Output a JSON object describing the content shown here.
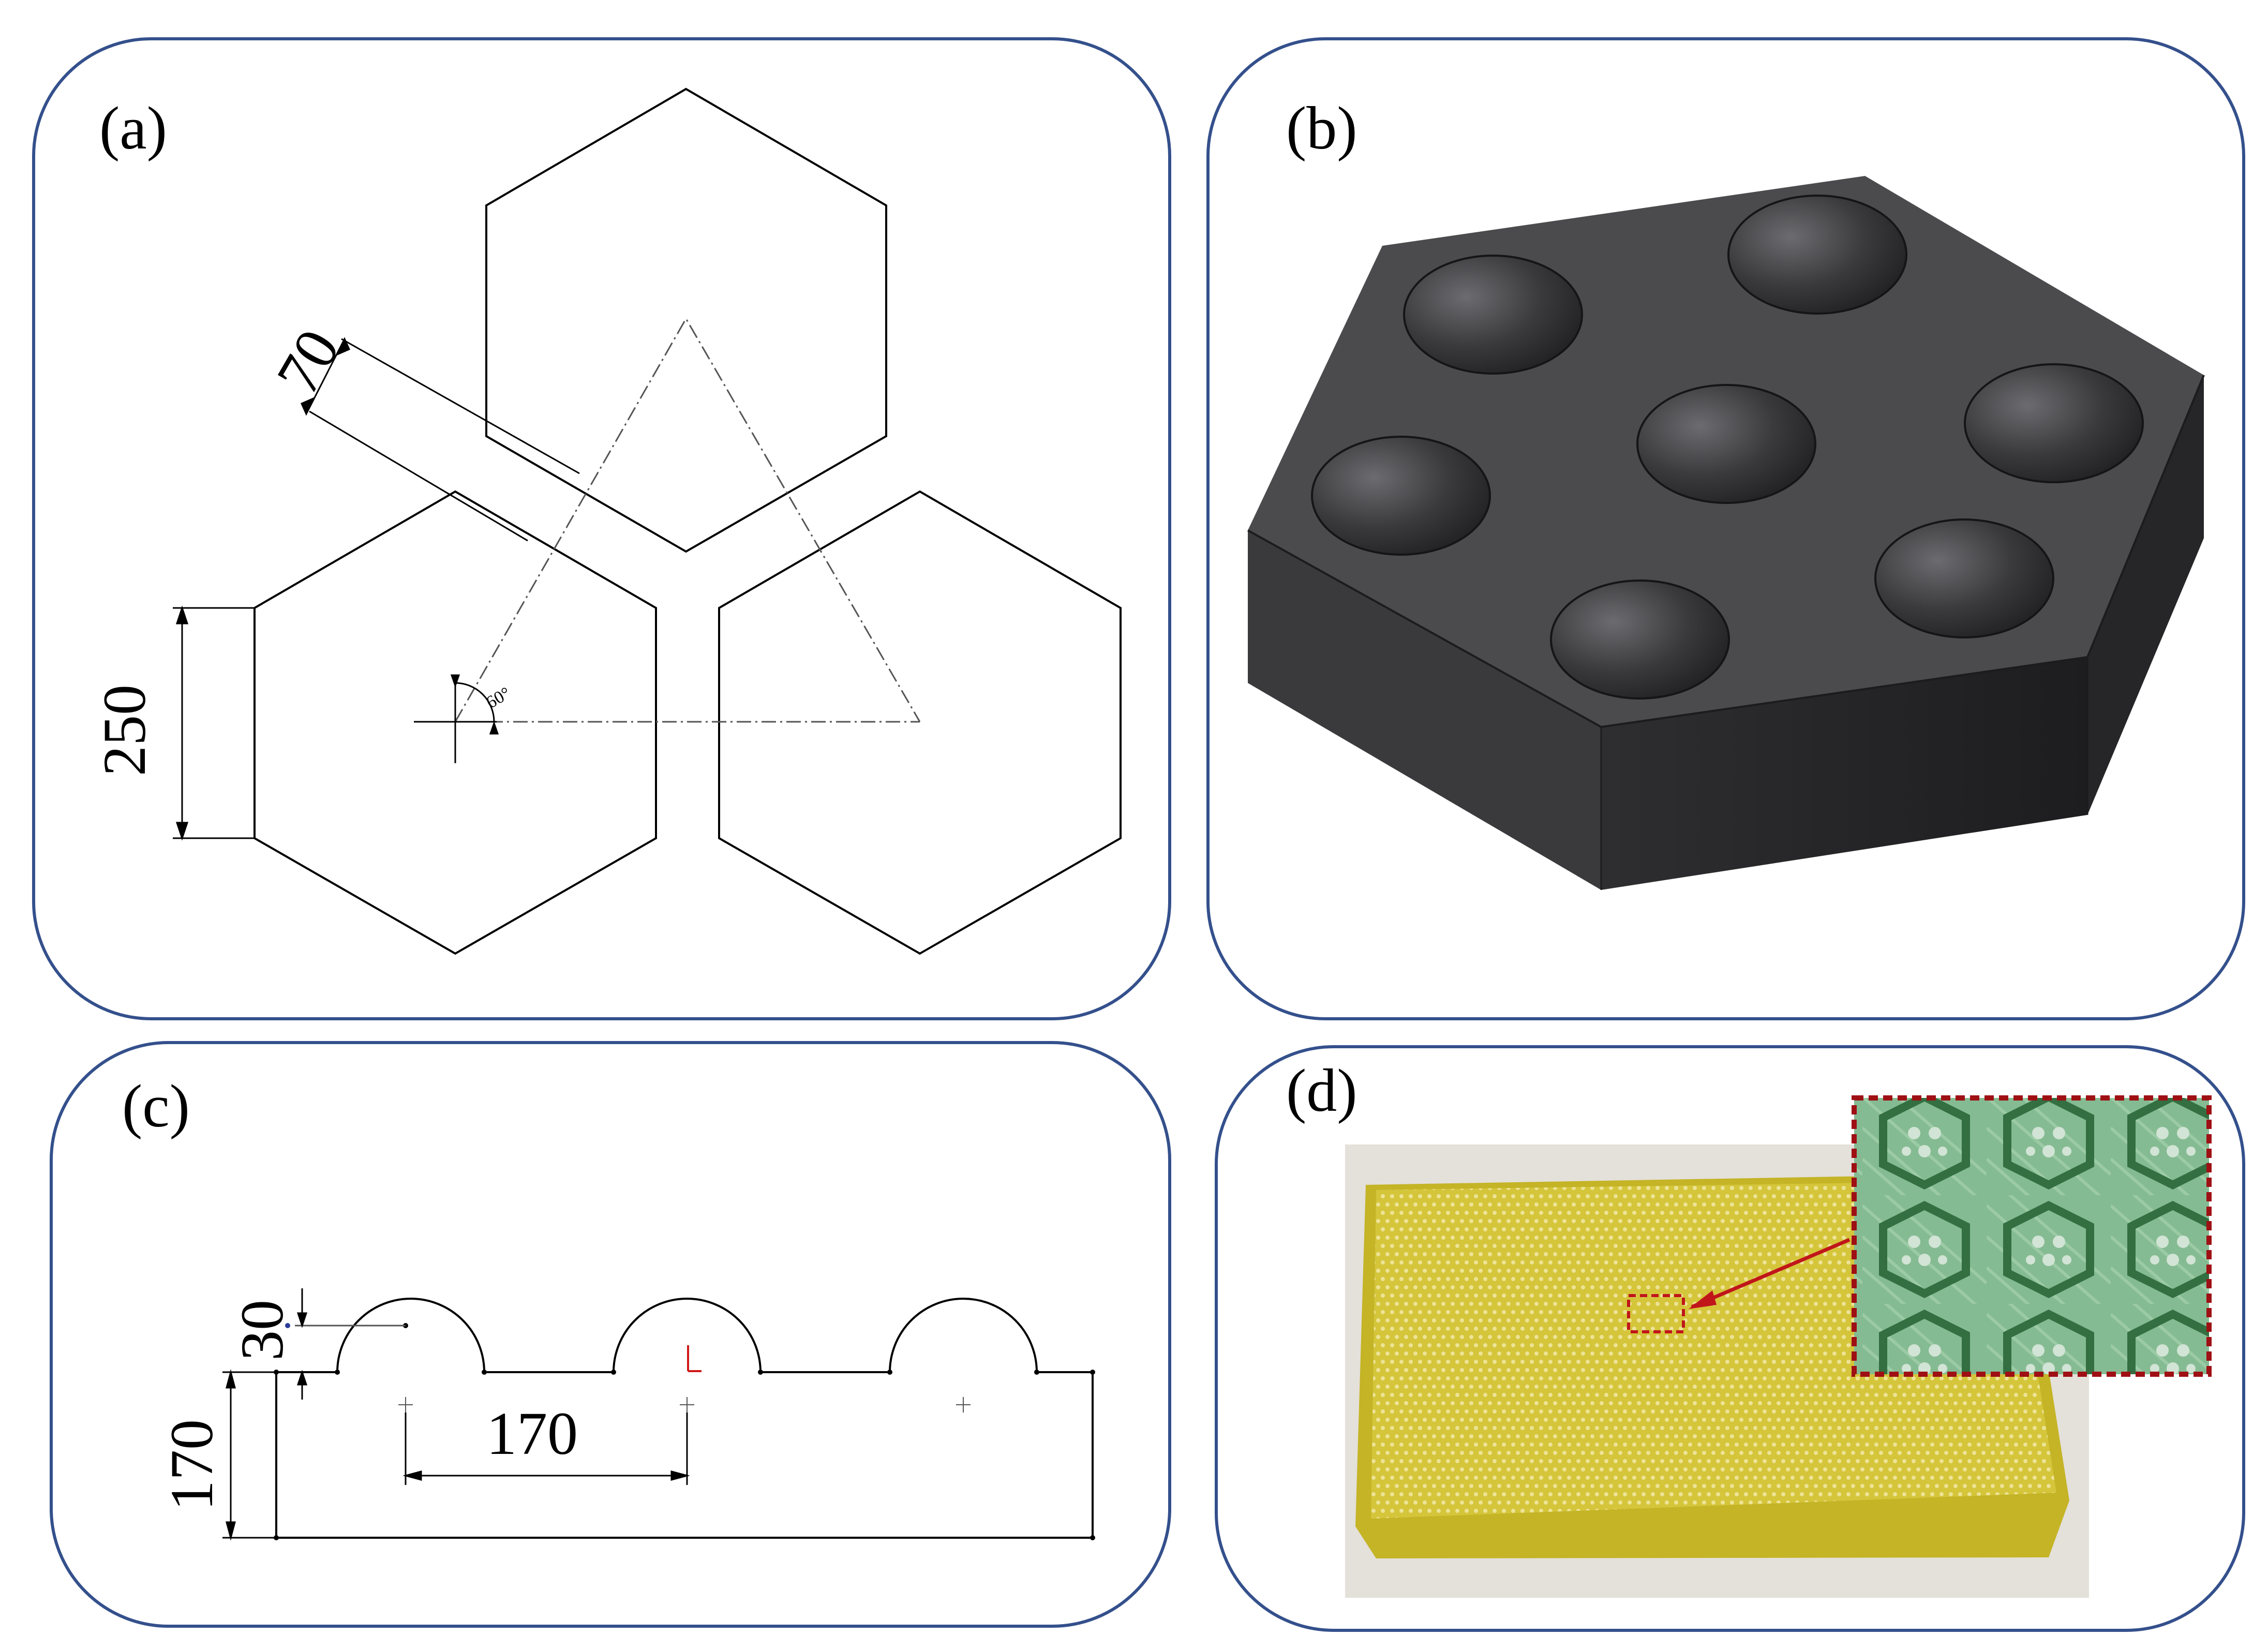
{
  "panels": {
    "a": {
      "label": "(a)",
      "dim_spacing": "70",
      "dim_height": "250",
      "angle": "60°"
    },
    "b": {
      "label": "(b)"
    },
    "c": {
      "label": "(c)",
      "dim_bump_height": "30",
      "dim_pitch": "170",
      "dim_base_height": "170"
    },
    "d": {
      "label": "(d)"
    }
  },
  "colors": {
    "panel_border": "#34508c",
    "block_top": "#4a4a4c",
    "block_side": "#2c2c2e",
    "sample_yellow": "#d8c93a",
    "inset_green": "#5f9a6c",
    "highlight_red": "#c0161a"
  }
}
